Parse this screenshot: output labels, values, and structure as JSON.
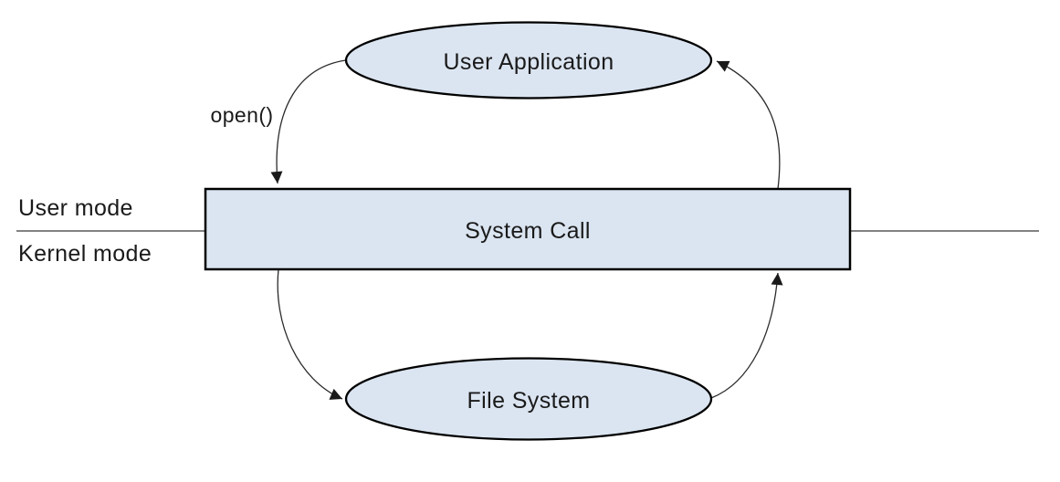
{
  "diagram": {
    "title_semantic": "System call flow between user mode and kernel mode",
    "nodes": {
      "user_application": {
        "label": "User Application"
      },
      "system_call": {
        "label": "System Call"
      },
      "file_system": {
        "label": "File System"
      }
    },
    "labels": {
      "open_call": "open()",
      "user_mode": "User mode",
      "kernel_mode": "Kernel mode"
    },
    "colors": {
      "node_fill": "#dbe5f1",
      "node_stroke": "#000000",
      "arrow": "#2b2b2b",
      "boundary_line": "#595959",
      "text": "#1a1a1a",
      "background": "#ffffff"
    }
  }
}
